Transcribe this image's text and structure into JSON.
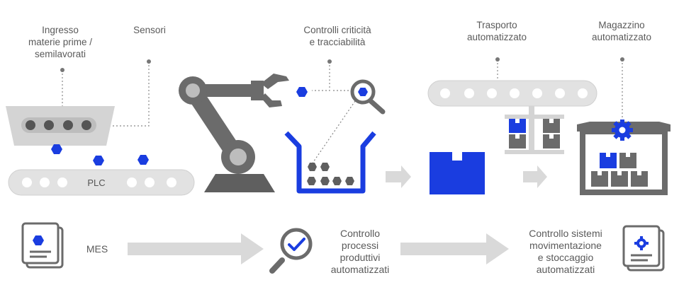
{
  "stages": {
    "ingresso": {
      "l1": "Ingresso",
      "l2": "materie prime /",
      "l3": "semilavorati"
    },
    "sensori": "Sensori",
    "controlli": {
      "l1": "Controlli criticità",
      "l2": "e tracciabilità"
    },
    "trasporto": {
      "l1": "Trasporto",
      "l2": "automatizzato"
    },
    "magazzino": {
      "l1": "Magazzino",
      "l2": "automatizzato"
    }
  },
  "conveyor_label": "PLC",
  "bottom": {
    "mes": "MES",
    "controllo_processi": {
      "l1": "Controllo",
      "l2": "processi",
      "l3": "produttivi",
      "l4": "automatizzati"
    },
    "controllo_sistemi": {
      "l1": "Controllo sistemi",
      "l2": "movimentazione",
      "l3": "e stoccaggio",
      "l4": "automatizzati"
    }
  },
  "colors": {
    "accent": "#1a3de0",
    "gray": "#6b6b6b",
    "light_gray": "#d9d9d9",
    "mid_gray": "#bfbfbf"
  },
  "icons": [
    "hopper-icon",
    "conveyor-icon",
    "robot-arm-icon",
    "magnifier-icon",
    "bin-icon",
    "box-icon",
    "warehouse-icon",
    "gear-icon",
    "document-icon",
    "check-icon"
  ]
}
